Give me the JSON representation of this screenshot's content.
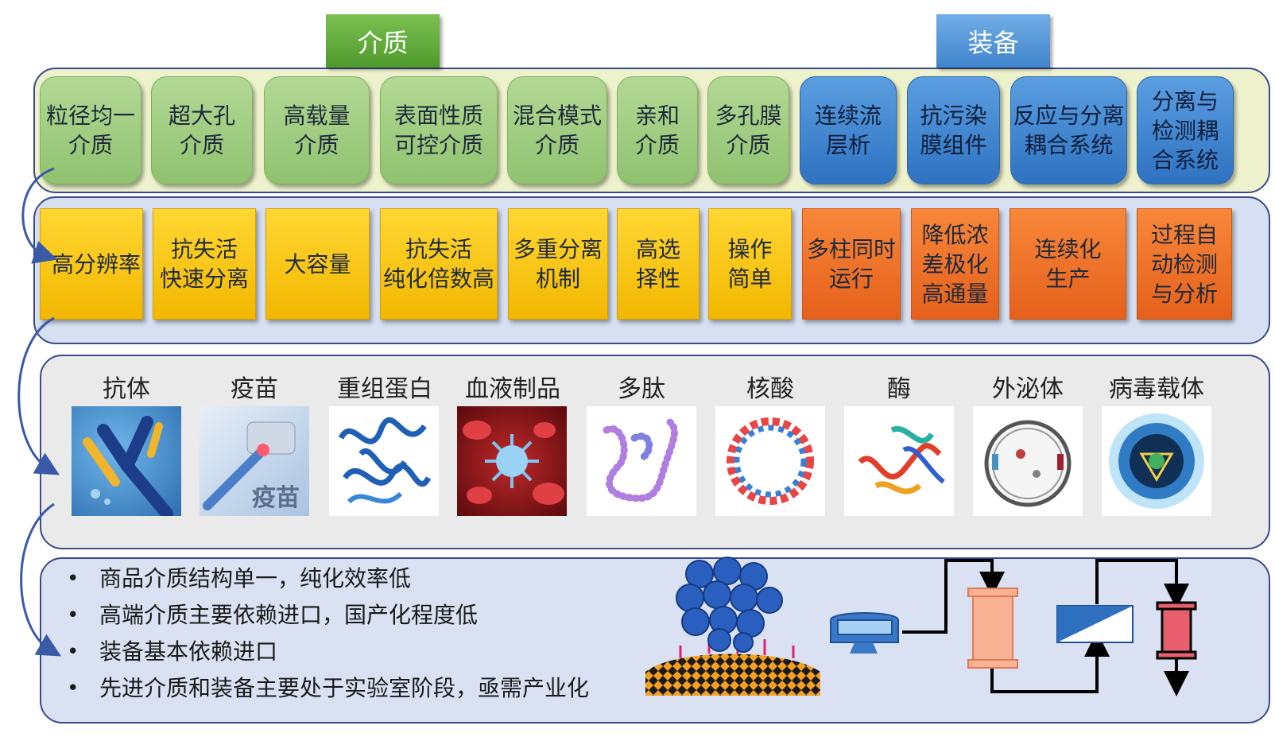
{
  "categories": {
    "media": "介质",
    "equipment": "装备"
  },
  "colors": {
    "green": "#8fc26f",
    "blue": "#2e72c1",
    "yellow": "#f2b700",
    "orange": "#e5601b",
    "outline": "#3a4a8a"
  },
  "media_types": [
    "粒径均一\n介质",
    "超大孔\n介质",
    "高载量\n介质",
    "表面性质\n可控介质",
    "混合模式\n介质",
    "亲和\n介质",
    "多孔膜\n介质"
  ],
  "equipment_types": [
    "连续流\n层析",
    "抗污染\n膜组件",
    "反应与分离\n耦合系统",
    "分离与\n检测耦\n合系统"
  ],
  "media_features": [
    "高分辨率",
    "抗失活\n快速分离",
    "大容量",
    "抗失活\n纯化倍数高",
    "多重分离\n机制",
    "高选\n择性",
    "操作\n简单"
  ],
  "equipment_features": [
    "多柱同时\n运行",
    "降低浓\n差极化\n高通量",
    "连续化\n生产",
    "过程自\n动检测\n与分析"
  ],
  "products": [
    {
      "label": "抗体",
      "icon": "antibody-icon"
    },
    {
      "label": "疫苗",
      "icon": "vaccine-icon",
      "overlay": "疫苗"
    },
    {
      "label": "重组蛋白",
      "icon": "protein-icon"
    },
    {
      "label": "血液制品",
      "icon": "blood-icon"
    },
    {
      "label": "多肽",
      "icon": "peptide-icon"
    },
    {
      "label": "核酸",
      "icon": "nucleic-acid-icon"
    },
    {
      "label": "酶",
      "icon": "enzyme-icon"
    },
    {
      "label": "外泌体",
      "icon": "exosome-icon"
    },
    {
      "label": "病毒载体",
      "icon": "viral-vector-icon"
    }
  ],
  "problems": [
    "商品介质结构单一，纯化效率低",
    "高端介质主要依赖进口，国产化程度低",
    "装备基本依赖进口",
    "先进介质和装备主要处于实验室阶段，亟需产业化"
  ]
}
